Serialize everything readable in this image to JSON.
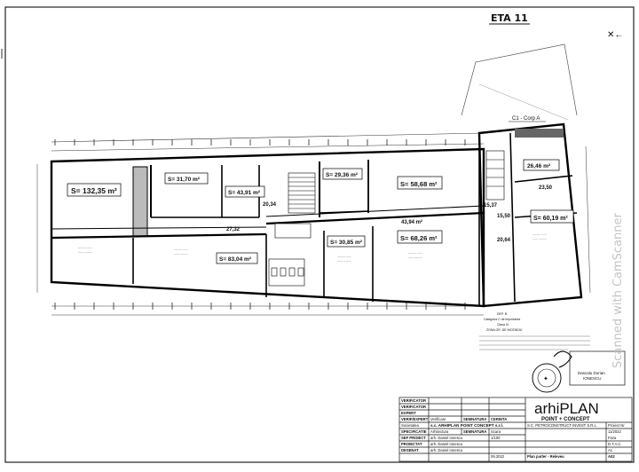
{
  "sheet": {
    "tag": "ETA 11",
    "corp_label": "C1 - Corp A"
  },
  "rooms": [
    {
      "id": "r1",
      "area": "S= 132,35 m²"
    },
    {
      "id": "r2",
      "area": "S= 31,70 m²"
    },
    {
      "id": "r3",
      "area": "S= 43,91 m²"
    },
    {
      "id": "r4",
      "area": "S= 29,36 m²"
    },
    {
      "id": "r5",
      "area": "S= 58,68 m²"
    },
    {
      "id": "r6",
      "area": "S= 83,04 m²"
    },
    {
      "id": "r7",
      "area": "S= 30,85 m²"
    },
    {
      "id": "r8",
      "area": "S= 68,26 m²"
    },
    {
      "id": "r9",
      "area": "26,46 m²"
    },
    {
      "id": "r10",
      "area": "S= 60,19 m²"
    }
  ],
  "small_labels": {
    "l1": "20,34",
    "l2": "27,32",
    "l3": "43,94 m²",
    "l4": "23,50",
    "l5": "20,64",
    "l6": "15,50",
    "l7": "15,37"
  },
  "notes": {
    "n1": "DEP. B",
    "n2": "Categoria C de importanta",
    "n3": "Clasa III",
    "n4": "ZONA GR. DE INCENDIU"
  },
  "stamp": {
    "name": "Dascalu Dorian",
    "surname": "IONESCU"
  },
  "title_block": {
    "rows": [
      {
        "role": "VERIFICATOR",
        "name": "",
        "sig": "",
        "req": ""
      },
      {
        "role": "VERIFICATOR",
        "name": "",
        "sig": "",
        "req": ""
      },
      {
        "role": "EXPERT",
        "name": "",
        "sig": "",
        "req": ""
      },
      {
        "role": "VERIF/EXPERT",
        "name": "Verificare",
        "sig": "SEMNATURA",
        "req": "CERINTA"
      }
    ],
    "company_prefix": "Societatea",
    "company": "s.c. ARHIPLAN POINT CONCEPT s.r.l.",
    "spec_label": "SPECIFICATIE",
    "spec_value": "Arhitectura",
    "spec_sig": "SEMNATURA",
    "scale_label": "Scara",
    "scale_value": "1/100",
    "sef_label": "SEF PROIECT",
    "sef_name": "arh. Daniel Ionescu",
    "proj_label": "PROIECTAT",
    "proj_name": "arh. Daniel Ionescu",
    "des_label": "DESENAT",
    "des_name": "arh. Daniel Ionescu",
    "date": "09.2022",
    "beneficiary": "S.C. PETROCONSTRUCT INVEST S.R.L.",
    "plan_title": "Plan parter - Releveu",
    "plot": "A1",
    "drawing_no": "A02",
    "logo_main": "arhiPLAN",
    "logo_sub": "POINT + CONCEPT",
    "proiect_label": "Proiect Nr.",
    "proiect_nr": "11/2022",
    "faza_label": "Faza",
    "faza": "D.T.A.C."
  },
  "watermark": "Scanned with CamScanner"
}
